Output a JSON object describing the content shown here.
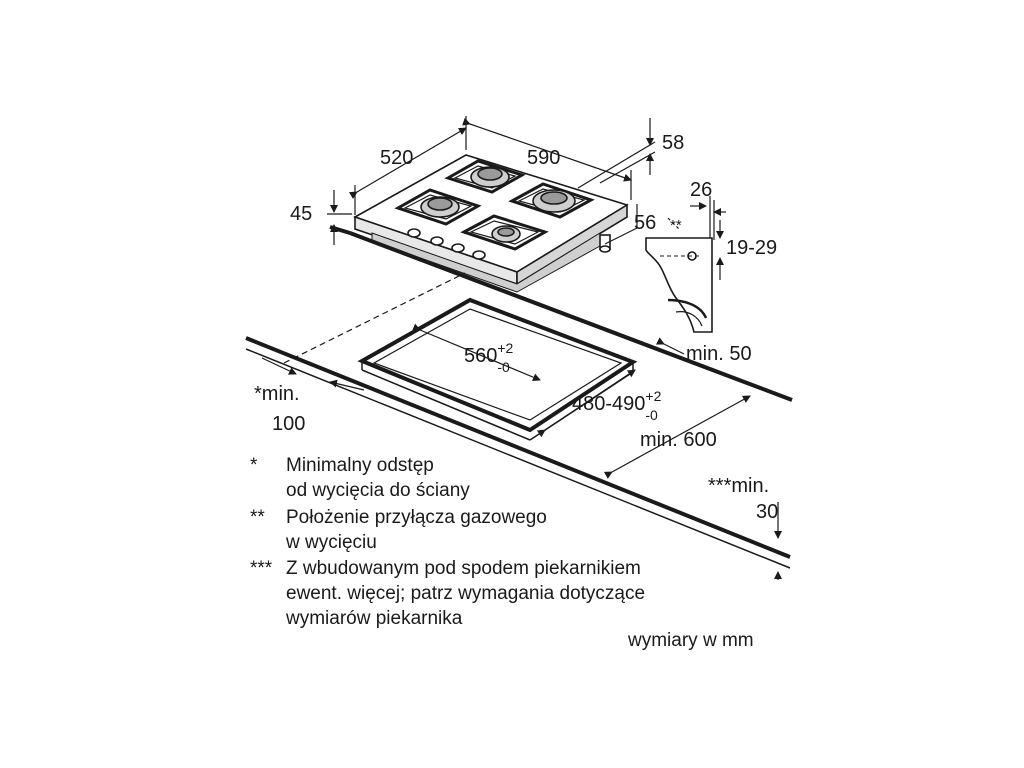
{
  "dimensions": {
    "d520": "520",
    "d590": "590",
    "d58": "58",
    "d45": "45",
    "d56": "56",
    "d26": "26",
    "d19_29": "19-29",
    "gas_marker": "**",
    "cut_width": "560",
    "cut_width_tol_plus": "+2",
    "cut_width_tol_minus": "-0",
    "cut_depth": "480-490",
    "cut_depth_tol_plus": "+2",
    "cut_depth_tol_minus": "-0",
    "min50": "min. 50",
    "min600": "min. 600",
    "wall_min_line1": "*min.",
    "wall_min_line2": "100",
    "oven_min_line1": "***min.",
    "oven_min_line2": "30"
  },
  "notes": [
    {
      "mark": "*",
      "lines": [
        "Minimalny odstęp",
        "od wycięcia do ściany"
      ]
    },
    {
      "mark": "**",
      "lines": [
        "Położenie przyłącza gazowego",
        "w wycięciu"
      ]
    },
    {
      "mark": "***",
      "lines": [
        "Z wbudowanym pod spodem piekarnikiem",
        "ewent. więcej; patrz wymagania dotyczące",
        "wymiarów piekarnika"
      ]
    }
  ],
  "units_note": "wymiary w mm"
}
